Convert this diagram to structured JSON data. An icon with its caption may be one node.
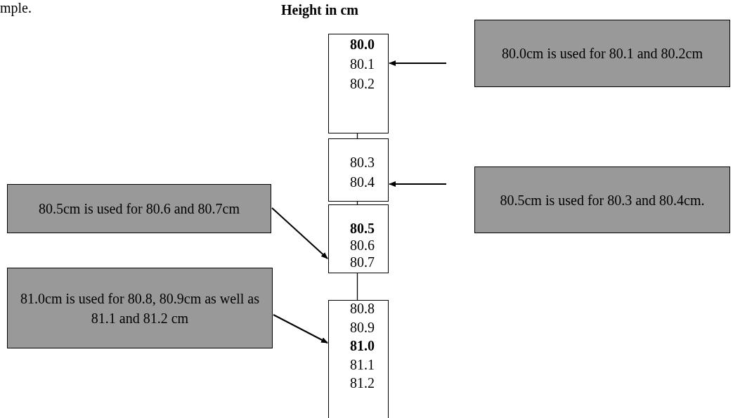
{
  "diagram": {
    "title": "Height in cm",
    "nodes": [
      {
        "text": [
          "80.0",
          "80.1",
          "80.2"
        ]
      },
      {
        "text": [
          "80.0cm is used for 80.1 and 80.2cm"
        ]
      },
      {
        "text": [
          "80.3",
          "80.4"
        ]
      },
      {
        "text": [
          "80.5cm is used for 80.6 and 80.7cm"
        ]
      },
      {
        "text": [
          "80.5",
          "80.6",
          "80.7"
        ]
      },
      {
        "text": [
          "80.5cm is used for 80.3 and 80.4cm."
        ]
      },
      {
        "text": [
          "81.0cm is used for 80.8, 80.9cm as well as 81.1 and 81.2 cm"
        ]
      },
      {
        "text": [
          "80.8",
          "80.9",
          "81.0",
          "81.1",
          "81.2"
        ]
      }
    ],
    "edges": [
      {
        "from": 1,
        "to": 0,
        "arrow": "to"
      },
      {
        "from": 5,
        "to": 2,
        "arrow": "to"
      },
      {
        "from": 3,
        "to": 4,
        "arrow": "to"
      },
      {
        "from": 6,
        "to": 7,
        "arrow": "to"
      }
    ],
    "labels": [
      "mple."
    ]
  }
}
